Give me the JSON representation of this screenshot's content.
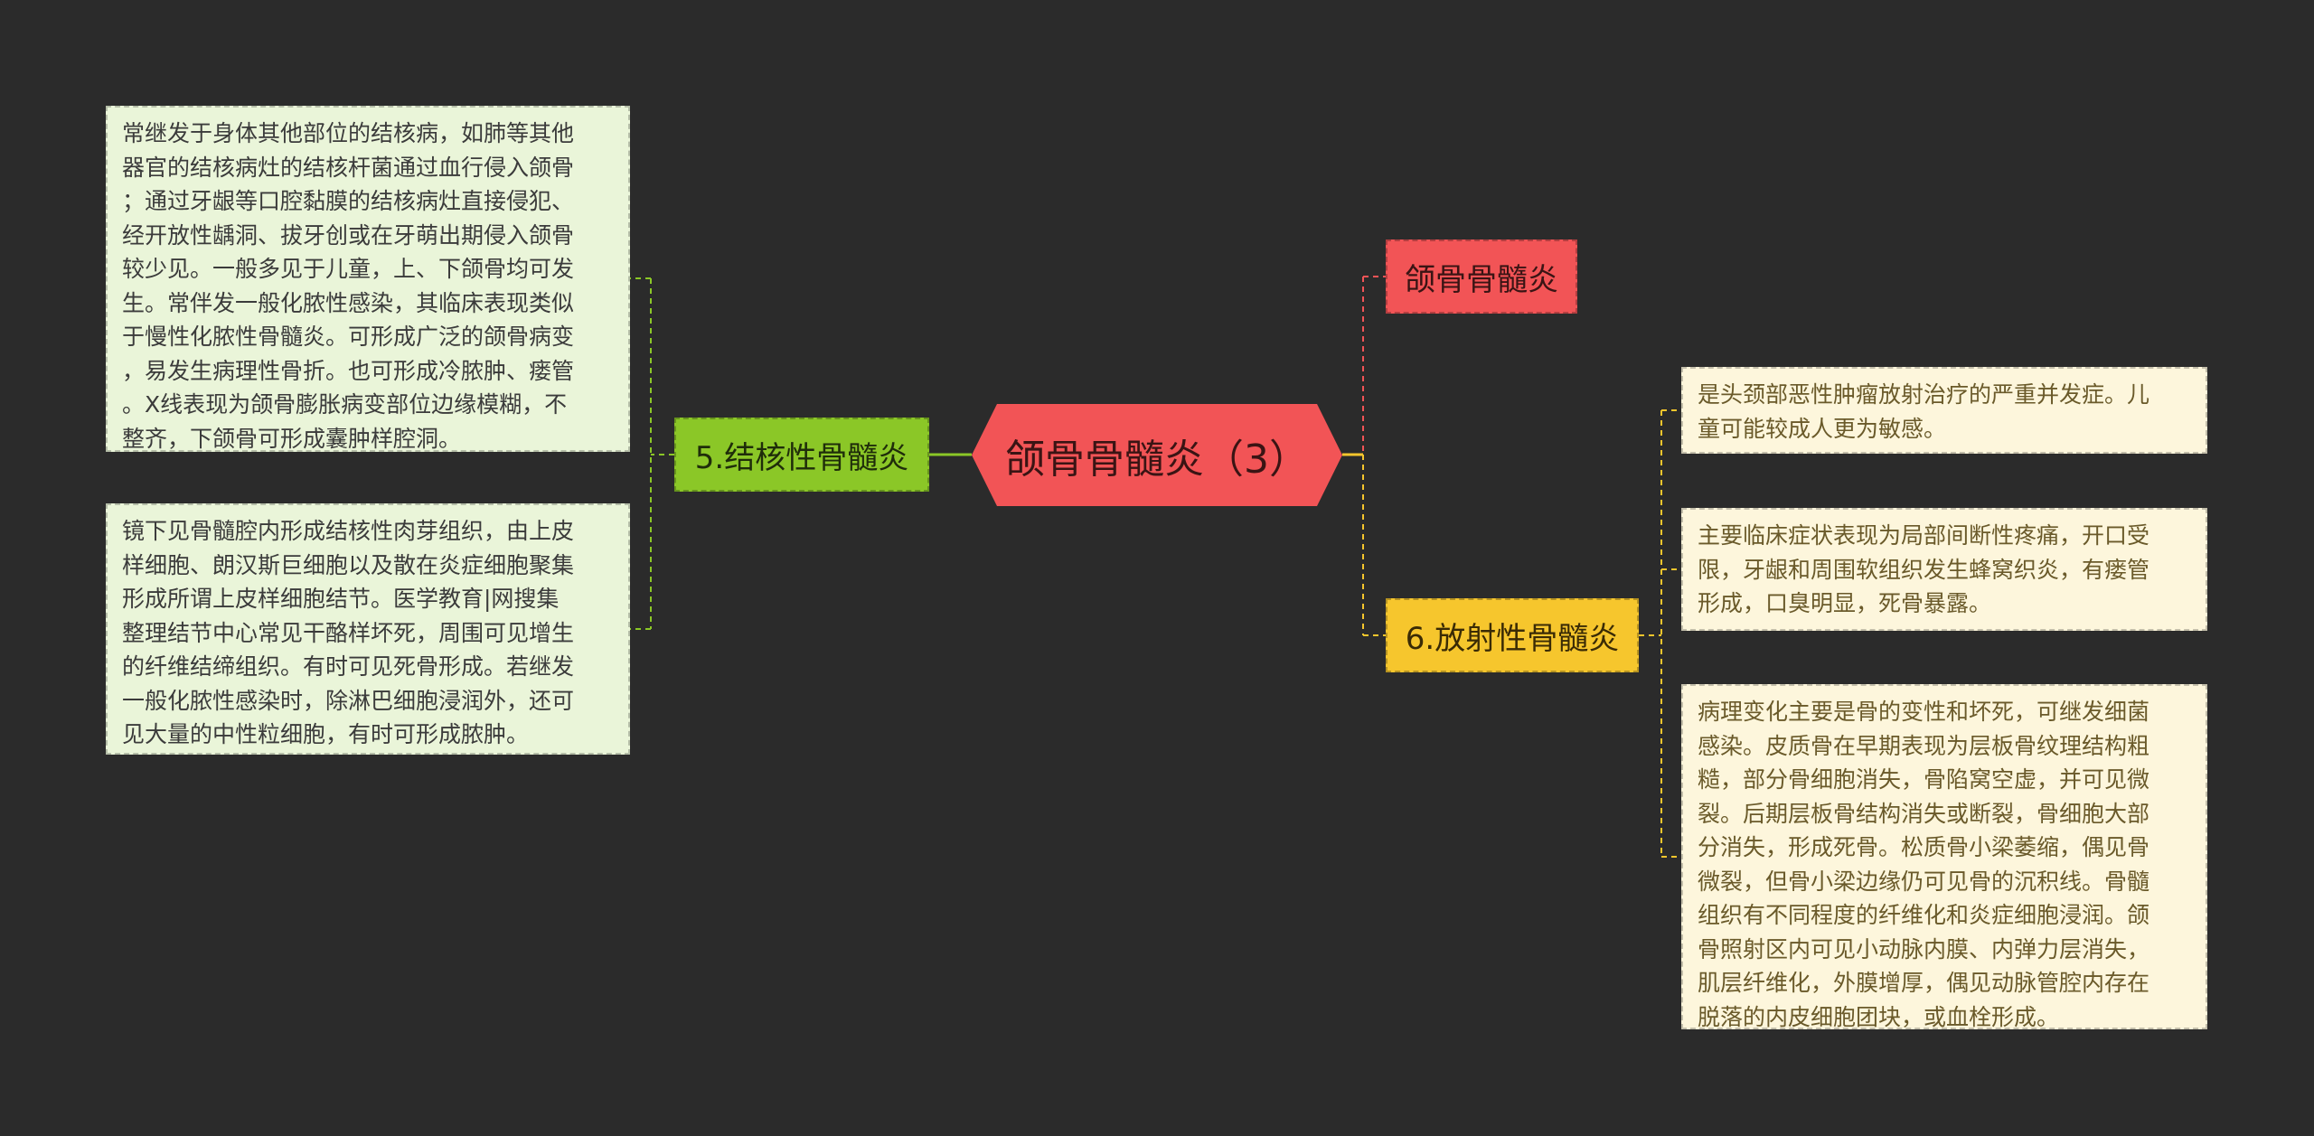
{
  "root": {
    "label": "颌骨骨髓炎（3）",
    "color": "#f25456"
  },
  "branches": {
    "title_branch": {
      "label": "颌骨骨髓炎",
      "color": "#f25456"
    },
    "tuberculous": {
      "label": "5.结核性骨髓炎",
      "color": "#8bc727",
      "leaves": [
        "常继发于身体其他部位的结核病，如肺等其他\n器官的结核病灶的结核杆菌通过血行侵入颌骨\n；通过牙龈等口腔黏膜的结核病灶直接侵犯、\n经开放性龋洞、拔牙创或在牙萌出期侵入颌骨\n较少见。一般多见于儿童，上、下颌骨均可发\n生。常伴发一般化脓性感染，其临床表现类似\n于慢性化脓性骨髓炎。可形成广泛的颌骨病变\n，易发生病理性骨折。也可形成冷脓肿、瘘管\n。X线表现为颌骨膨胀病变部位边缘模糊，不\n整齐，下颌骨可形成囊肿样腔洞。",
        "镜下见骨髓腔内形成结核性肉芽组织，由上皮\n样细胞、朗汉斯巨细胞以及散在炎症细胞聚集\n形成所谓上皮样细胞结节。医学教育|网搜集\n整理结节中心常见干酪样坏死，周围可见增生\n的纤维结缔组织。有时可见死骨形成。若继发\n一般化脓性感染时，除淋巴细胞浸润外，还可\n见大量的中性粒细胞，有时可形成脓肿。"
      ]
    },
    "radiation": {
      "label": "6.放射性骨髓炎",
      "color": "#f6c62d",
      "leaves": [
        "是头颈部恶性肿瘤放射治疗的严重并发症。儿\n童可能较成人更为敏感。",
        "主要临床症状表现为局部间断性疼痛，开口受\n限，牙龈和周围软组织发生蜂窝织炎，有瘘管\n形成，口臭明显，死骨暴露。",
        "病理变化主要是骨的变性和坏死，可继发细菌\n感染。皮质骨在早期表现为层板骨纹理结构粗\n糙，部分骨细胞消失，骨陷窝空虚，并可见微\n裂。后期层板骨结构消失或断裂，骨细胞大部\n分消失，形成死骨。松质骨小梁萎缩，偶见骨\n微裂，但骨小梁边缘仍可见骨的沉积线。骨髓\n组织有不同程度的纤维化和炎症细胞浸润。颌\n骨照射区内可见小动脉内膜、内弹力层消失，\n肌层纤维化，外膜增厚，偶见动脉管腔内存在\n脱落的内皮细胞团块，或血栓形成。"
      ]
    }
  }
}
